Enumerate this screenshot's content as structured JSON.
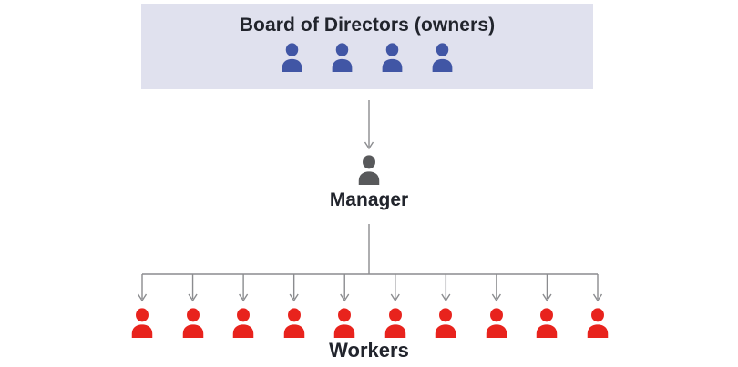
{
  "diagram": {
    "board": {
      "label": "Board of Directors (owners)",
      "member_count": 4,
      "icon_color": "#4156a5",
      "box_bg": "#e0e1ee"
    },
    "manager": {
      "label": "Manager",
      "icon_color": "#58595b"
    },
    "workers": {
      "label": "Workers",
      "count": 10,
      "icon_color": "#e8231d"
    },
    "connector_color": "#8b8c8f",
    "text_color": "#21242c"
  }
}
